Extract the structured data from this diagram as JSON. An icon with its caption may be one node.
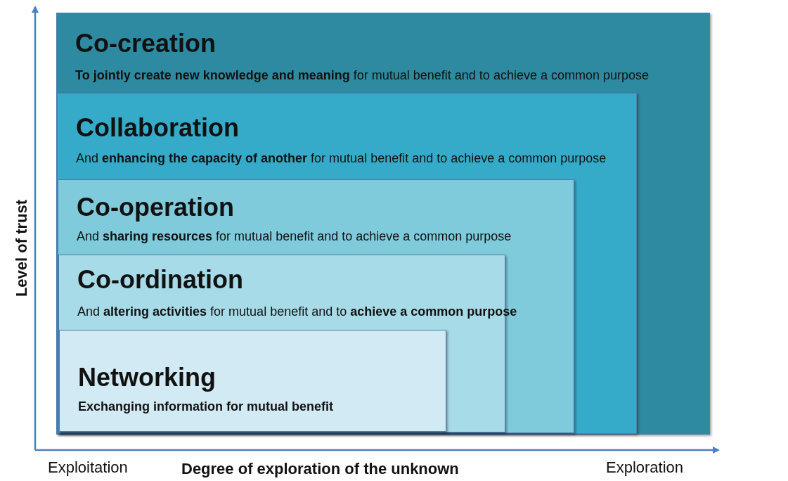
{
  "diagram": {
    "nodes": [
      {
        "text": [
          "Co-creation",
          "**To jointly create new knowledge and meaning** for mutual benefit and to achieve a common purpose"
        ]
      },
      {
        "text": [
          "Collaboration",
          "And **enhancing the capacity of another** for mutual benefit and to achieve a common purpose"
        ],
        "in": 0
      },
      {
        "text": [
          "Co-operation",
          "And **sharing resources** for mutual benefit and to achieve a common purpose"
        ],
        "in": 1
      },
      {
        "text": [
          "Co-ordination",
          "And **altering activities** for mutual benefit and to **achieve a common purpose**"
        ],
        "in": 2
      },
      {
        "text": [
          "Networking",
          "Exchanging information for mutual benefit"
        ],
        "in": 3
      }
    ],
    "edges": [],
    "labels": [
      "Level of trust",
      "Exploitation",
      "Degree of exploration of the unknown",
      "Exploration"
    ]
  }
}
